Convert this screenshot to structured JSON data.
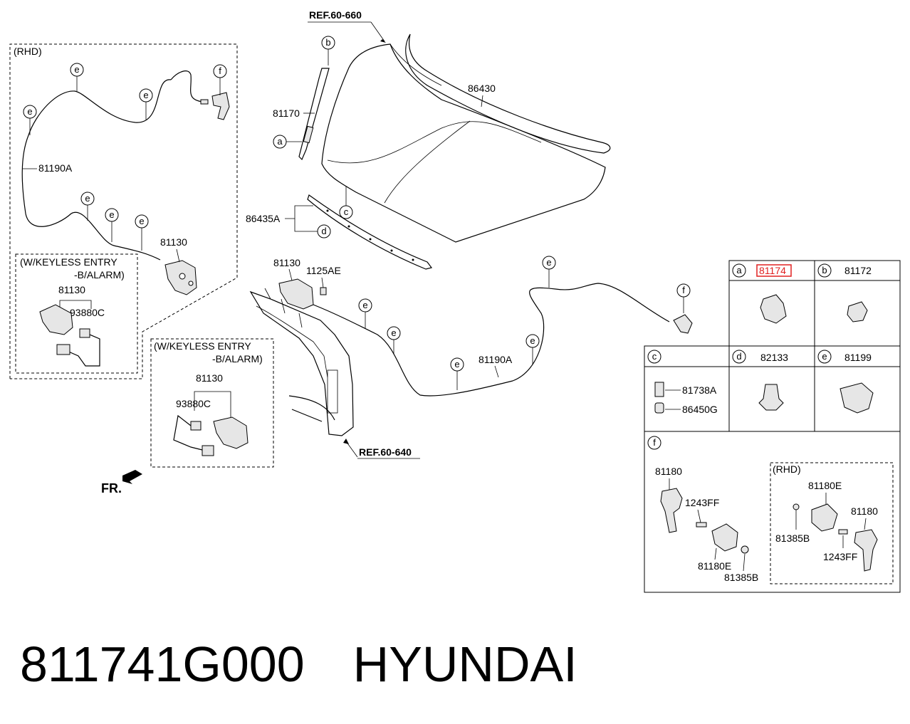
{
  "diagram": {
    "top_ref": "REF.60-660",
    "bottom_ref": "REF.60-640",
    "front_label": "FR.",
    "rhd_box_label": "(RHD)",
    "keyless_title_1": "(W/KEYLESS ENTRY",
    "keyless_title_2": "-B/ALARM)",
    "parts": {
      "p81190A": "81190A",
      "p81130": "81130",
      "p93880C": "93880C",
      "p81170": "81170",
      "p86430": "86430",
      "p86435A": "86435A",
      "p1125AE": "1125AE"
    },
    "callouts": {
      "a": "a",
      "b": "b",
      "c": "c",
      "d": "d",
      "e": "e",
      "f": "f"
    }
  },
  "legend": {
    "a_part": "81174",
    "b_part": "81172",
    "c_part_1": "81738A",
    "c_part_2": "86450G",
    "d_part": "82133",
    "e_part": "81199",
    "f_rhd_label": "(RHD)",
    "f_parts": {
      "p81180": "81180",
      "p1243FF": "1243FF",
      "p81180E": "81180E",
      "p81385B": "81385B"
    },
    "highlight_color": "#e02020"
  },
  "footer": {
    "part_number": "811741G000",
    "brand": "HYUNDAI"
  }
}
